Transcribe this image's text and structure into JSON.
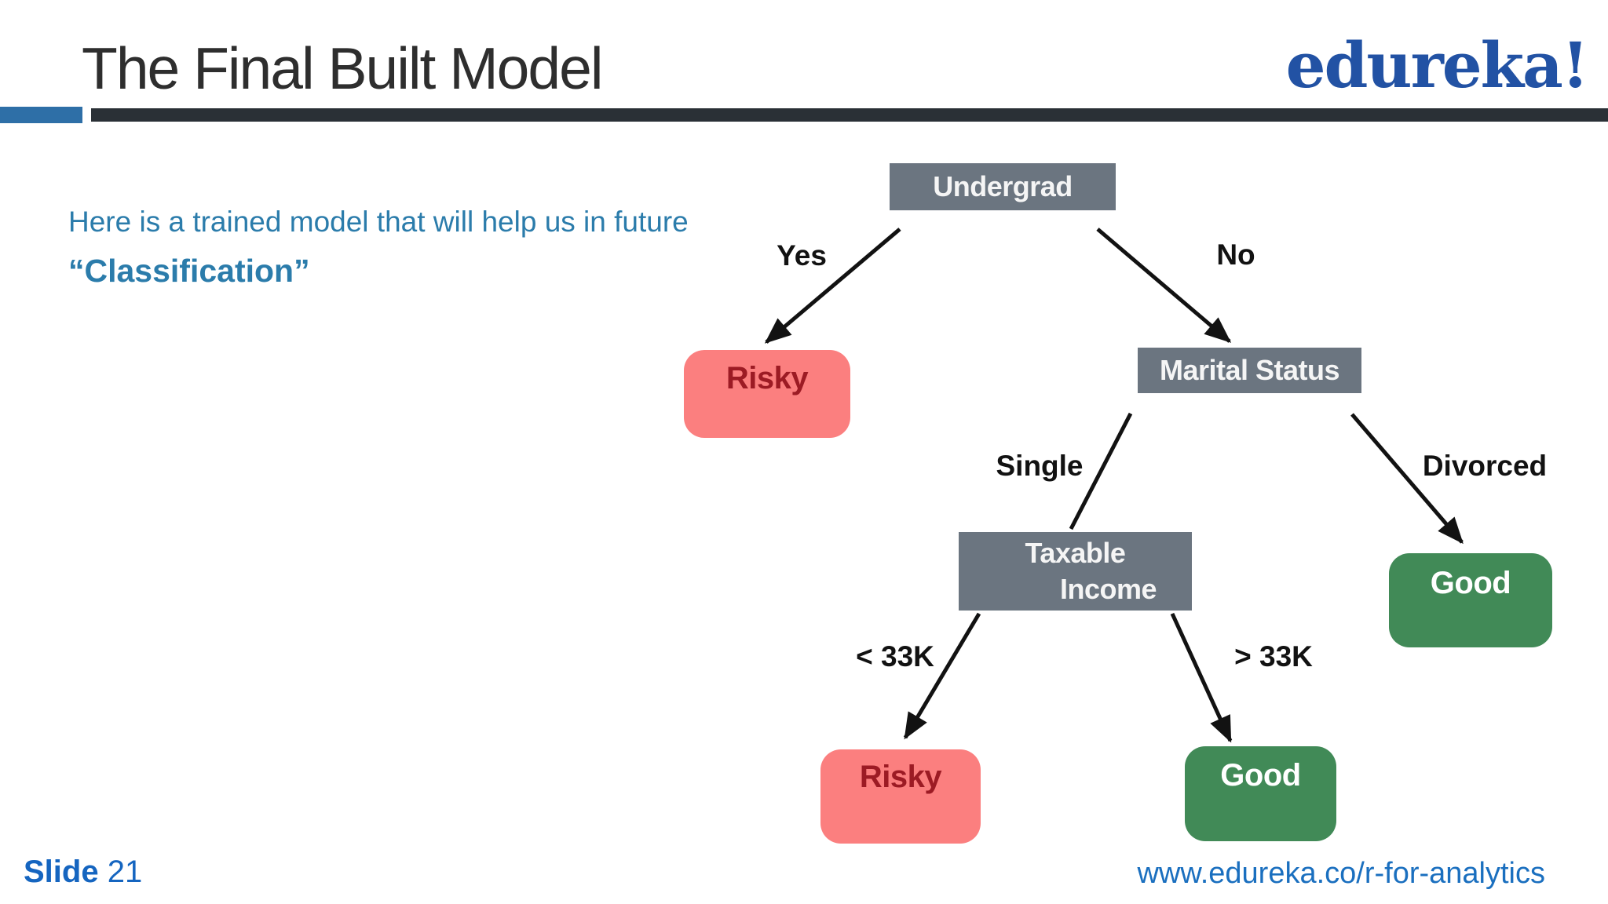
{
  "header": {
    "title": "The Final Built Model",
    "logo": "edureka!"
  },
  "intro": {
    "line1": "Here is a trained model that will help us in future",
    "line2": "“Classification”"
  },
  "tree": {
    "nodes": {
      "undergrad": {
        "label": "Undergrad",
        "type": "decision"
      },
      "marital_status": {
        "label": "Marital Status",
        "type": "decision"
      },
      "taxable_income": {
        "label_line1": "Taxable",
        "label_line2": "Income",
        "type": "decision"
      },
      "risky_top": {
        "label": "Risky",
        "type": "leaf-risky"
      },
      "good_right": {
        "label": "Good",
        "type": "leaf-good"
      },
      "risky_bottom": {
        "label": "Risky",
        "type": "leaf-risky"
      },
      "good_bottom": {
        "label": "Good",
        "type": "leaf-good"
      }
    },
    "edges": [
      {
        "label": "Yes",
        "from": "undergrad",
        "to": "risky_top"
      },
      {
        "label": "No",
        "from": "undergrad",
        "to": "marital_status"
      },
      {
        "label": "Single",
        "from": "marital_status",
        "to": "taxable_income"
      },
      {
        "label": "Divorced",
        "from": "marital_status",
        "to": "good_right"
      },
      {
        "label": "< 33K",
        "from": "taxable_income",
        "to": "risky_bottom"
      },
      {
        "label": "> 33K",
        "from": "taxable_income",
        "to": "good_bottom"
      }
    ]
  },
  "footer": {
    "slide_label": "Slide",
    "slide_number": "21",
    "url": "www.edureka.co/r-for-analytics"
  },
  "colors": {
    "accent_blue_bar": "#2e6fa7",
    "divider_dark_bar": "#2a3036",
    "decision_node_gray": "#6b7580",
    "leaf_red": "#fb7f7f",
    "leaf_red_text": "#9c1b24",
    "leaf_green": "#418a57",
    "intro_text_teal": "#2b7cab",
    "logo_blue": "#2252a4",
    "footer_blue": "#1565c0",
    "url_blue": "#1a6fbf",
    "title_text": "#2e2e2e",
    "edge_line": "#121212"
  }
}
